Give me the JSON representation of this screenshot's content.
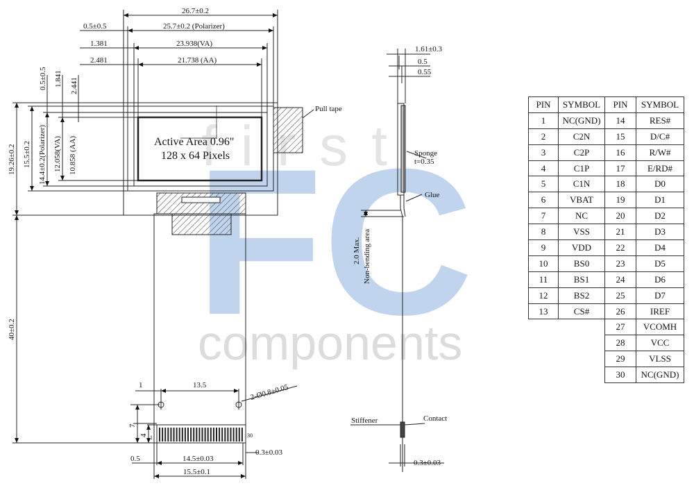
{
  "front_view": {
    "dims": {
      "width_total": "26.7±0.2",
      "polarizer_width": "25.7±0.2 (Polarizer)",
      "va_width": "23.938(VA)",
      "aa_width": "21.738 (AA)",
      "offset_polarizer": "0.5±0.5",
      "offset_va": "1.381",
      "offset_aa": "2.481",
      "v_offset_polarizer": "0.5±0.5",
      "v_offset_va": "1.841",
      "v_offset_aa": "2.441",
      "height_total": "19.26±0.2",
      "height_glass": "15.5±0.2",
      "height_polarizer": "14.4±0.2(Polarizer)",
      "height_va": "12.058(VA)",
      "height_aa": "10.858 (AA)",
      "fpc_length": "40±0.2",
      "hole_offset": "1",
      "hole_spacing": "13.5",
      "hole_diameter": "2-Ø0.8±0.05",
      "pad_offset_7": "7",
      "pad_offset_4": "4",
      "bottom_offset": "0.5",
      "pad_span": "14.5±0.03",
      "pad_pitch": "0.3±0.03",
      "fpc_width": "15.5±0.1"
    },
    "active_area_line1": "Active Area 0.96\"",
    "active_area_line2": "128 x 64 Pixels",
    "pull_tape": "Pull tape",
    "pin_first": "1",
    "pin_last": "30"
  },
  "side_view": {
    "dims": {
      "thickness": "1.61±0.3",
      "t1": "0.5",
      "t2": "0.55",
      "nonbend_1": "2.0 Max.",
      "nonbend_2": "Non-bending area",
      "contact_thickness": "0.3±0.03"
    },
    "sponge": "Sponge",
    "sponge_t": "t=0.35",
    "glue": "Glue",
    "stiffener": "Stiffener",
    "contact": "Contact"
  },
  "watermark": {
    "top": "first",
    "logo": "FC",
    "bottom": "components"
  },
  "pin_table": {
    "headers": [
      "PIN",
      "SYMBOL",
      "PIN",
      "SYMBOL"
    ],
    "left": [
      {
        "pin": "1",
        "symbol": "NC(GND)"
      },
      {
        "pin": "2",
        "symbol": "C2N"
      },
      {
        "pin": "3",
        "symbol": "C2P"
      },
      {
        "pin": "4",
        "symbol": "C1P"
      },
      {
        "pin": "5",
        "symbol": "C1N"
      },
      {
        "pin": "6",
        "symbol": "VBAT"
      },
      {
        "pin": "7",
        "symbol": "NC"
      },
      {
        "pin": "8",
        "symbol": "VSS"
      },
      {
        "pin": "9",
        "symbol": "VDD"
      },
      {
        "pin": "10",
        "symbol": "BS0"
      },
      {
        "pin": "11",
        "symbol": "BS1"
      },
      {
        "pin": "12",
        "symbol": "BS2"
      },
      {
        "pin": "13",
        "symbol": "CS#"
      }
    ],
    "right": [
      {
        "pin": "14",
        "symbol": "RES#"
      },
      {
        "pin": "15",
        "symbol": "D/C#"
      },
      {
        "pin": "16",
        "symbol": "R/W#"
      },
      {
        "pin": "17",
        "symbol": "E/RD#"
      },
      {
        "pin": "18",
        "symbol": "D0"
      },
      {
        "pin": "19",
        "symbol": "D1"
      },
      {
        "pin": "20",
        "symbol": "D2"
      },
      {
        "pin": "21",
        "symbol": "D3"
      },
      {
        "pin": "22",
        "symbol": "D4"
      },
      {
        "pin": "23",
        "symbol": "D5"
      },
      {
        "pin": "24",
        "symbol": "D6"
      },
      {
        "pin": "25",
        "symbol": "D7"
      },
      {
        "pin": "26",
        "symbol": "IREF"
      },
      {
        "pin": "27",
        "symbol": "VCOMH"
      },
      {
        "pin": "28",
        "symbol": "VCC"
      },
      {
        "pin": "29",
        "symbol": "VLSS"
      },
      {
        "pin": "30",
        "symbol": "NC(GND)"
      }
    ]
  }
}
